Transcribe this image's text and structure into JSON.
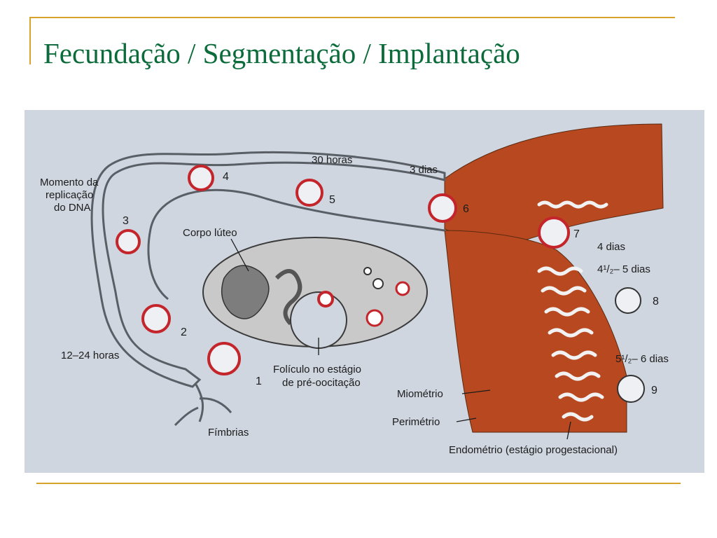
{
  "slide": {
    "title": "Fecundação / Segmentação / Implantação"
  },
  "diagram": {
    "labels": {
      "momento_line1": "Momento da",
      "momento_line2": "replicação",
      "momento_line3": "do DNA",
      "thirty_hours": "30 horas",
      "three_days": "3 dias",
      "corpo_luteo": "Corpo lúteo",
      "four_days": "4 dias",
      "four_half_days": "4¹/₂– 5 dias",
      "five_half_days": "5¹/₂– 6 dias",
      "twelve_hours": "12–24 horas",
      "foliculo_line1": "Folículo no estágio",
      "foliculo_line2": "de pré-oocitação",
      "miometrio": "Miométrio",
      "perimetrio": "Perimétrio",
      "fimbrias": "Fímbrias",
      "endometrio": "Endométrio (estágio progestacional)"
    },
    "stages": [
      "1",
      "2",
      "3",
      "4",
      "5",
      "6",
      "7",
      "8",
      "9"
    ],
    "colors": {
      "tissue": "#b8481f",
      "ring": "#c4252b",
      "background": "#cfd6e0",
      "tube": "#5a5f66"
    }
  }
}
